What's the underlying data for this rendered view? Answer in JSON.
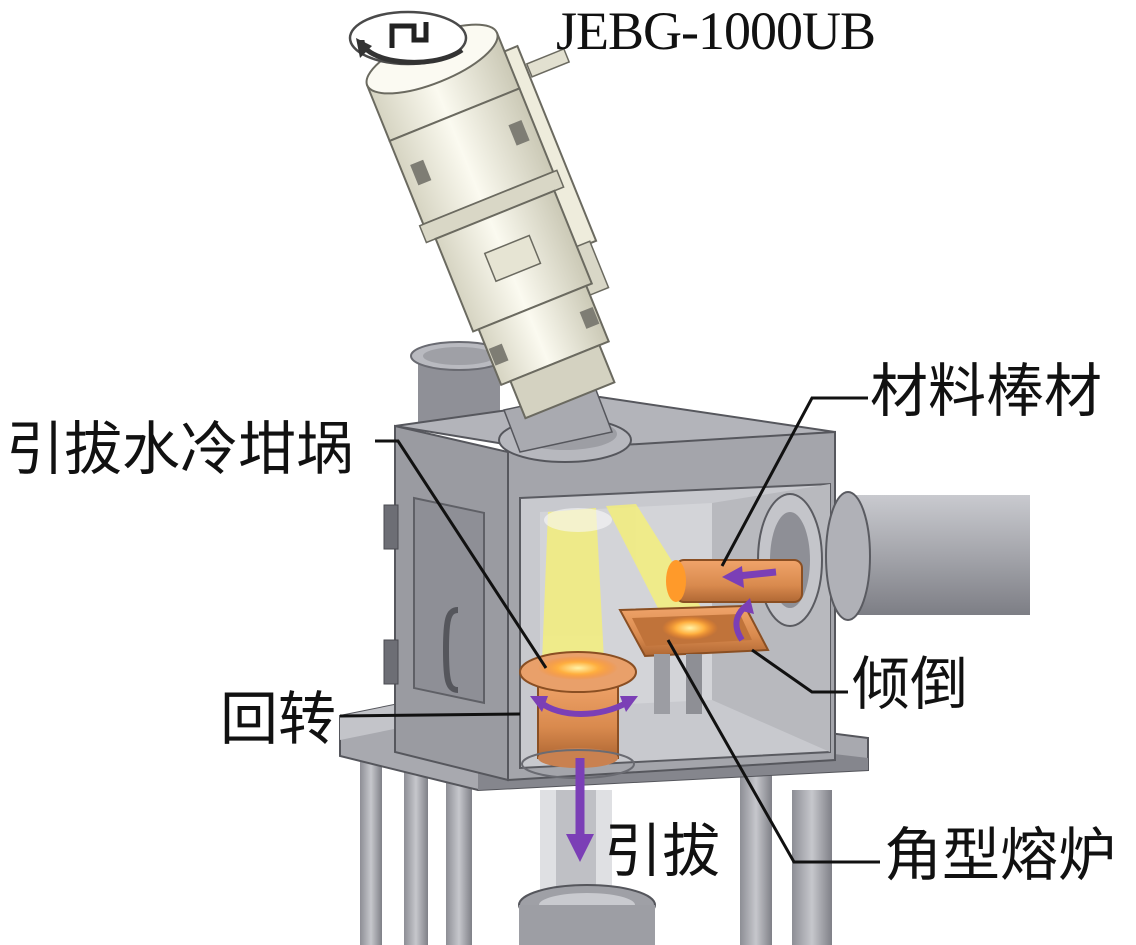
{
  "model": "JEBG-1000UB",
  "labels": {
    "material_rod": "材料棒材",
    "water_cooled_crucible": "引拔水冷坩埚",
    "tilt": "倾倒",
    "rotation": "回转",
    "pull": "引拔",
    "angle_furnace": "角型熔炉"
  },
  "colors": {
    "chamber": "#9b9ca3",
    "chamber_dark": "#6f7078",
    "gun_body": "#f1efdd",
    "copper": "#d98a4e",
    "beam": "#f3ee7c",
    "arrow": "#7b3fb6",
    "molten": "#ff9a2a"
  },
  "icons": {
    "gun_rotation": "rotate-arrow-icon"
  }
}
